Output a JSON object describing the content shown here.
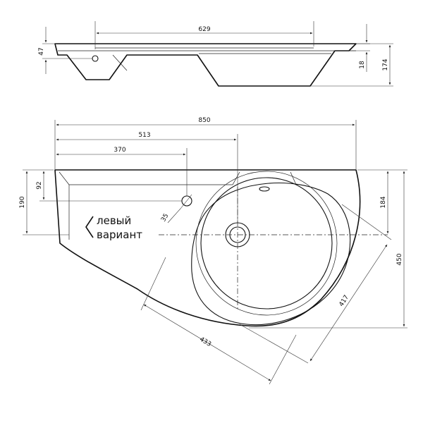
{
  "side_view": {
    "dim_width": "629",
    "dim_left_height": "47",
    "dim_small": "18",
    "dim_total_height": "174"
  },
  "top_view": {
    "dim_total_width": "850",
    "dim_mid_width": "513",
    "dim_tap_width": "370",
    "dim_left_height": "190",
    "dim_tap_height": "92",
    "dim_tap_hole": "35",
    "dim_bowl_center": "184",
    "dim_right_height": "450",
    "dim_diag_bowl": "417",
    "dim_diag_bottom": "433"
  },
  "note": {
    "line1": "левый",
    "line2": "вариант"
  }
}
